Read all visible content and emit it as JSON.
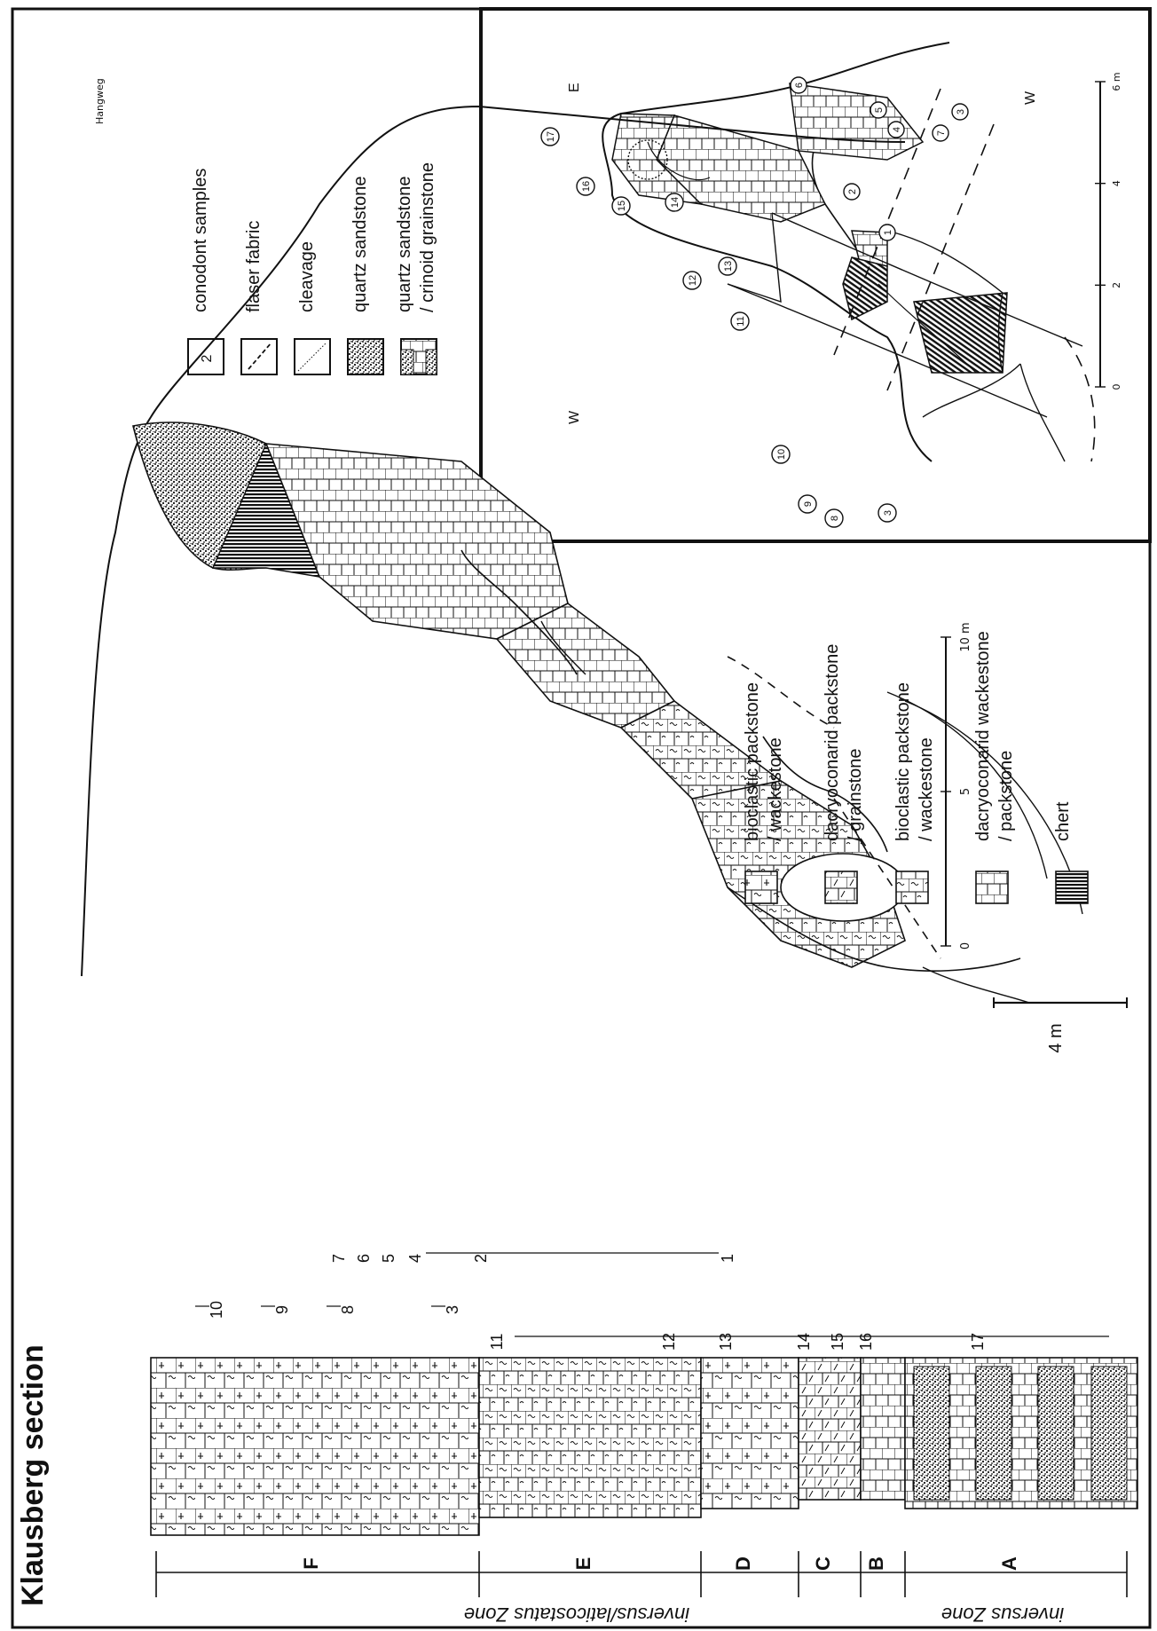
{
  "title": "Klausberg section",
  "zones": {
    "upper": "inversus/laticostatus Zone",
    "lower": "inversus Zone"
  },
  "units": [
    "F",
    "E",
    "D",
    "C",
    "B",
    "A"
  ],
  "samples_upper_row": [
    "10",
    "9",
    "8",
    "3"
  ],
  "samples_mid_row": [
    "7",
    "6",
    "5",
    "4",
    "2",
    "1"
  ],
  "samples_lower_row": [
    "11",
    "12",
    "13",
    "14",
    "15",
    "16",
    "17"
  ],
  "column_scale": "4 m",
  "outcrop": {
    "west": "W",
    "east": "E",
    "road": "Hangweg",
    "scale_ticks": [
      "0",
      "5",
      "10 m"
    ],
    "circled_samples": [
      "3",
      "8",
      "9",
      "10",
      "11",
      "12",
      "13",
      "14",
      "15",
      "16",
      "17"
    ]
  },
  "inset": {
    "west": "W",
    "east": "E",
    "scale_ticks": [
      "0",
      "2",
      "4",
      "6 m"
    ],
    "circled_samples": [
      "1",
      "2",
      "3",
      "4",
      "5",
      "6",
      "7"
    ]
  },
  "legend_top": [
    {
      "label": "conodont samples",
      "symbol": "2"
    },
    {
      "label": "flaser fabric"
    },
    {
      "label": "cleavage"
    },
    {
      "label": "quartz sandstone"
    },
    {
      "label": "quartz sandstone",
      "label2": "/ crinoid grainstone"
    }
  ],
  "legend_bottom": [
    {
      "label": "bioclastic packstone",
      "label2": "/ wackestone"
    },
    {
      "label": "dacryoconarid packstone",
      "label2": "/ grainstone"
    },
    {
      "label": "bioclastic packstone",
      "label2": "/ wackestone"
    },
    {
      "label": "dacryoconarid wackestone",
      "label2": "/ packstone"
    },
    {
      "label": "chert"
    }
  ]
}
